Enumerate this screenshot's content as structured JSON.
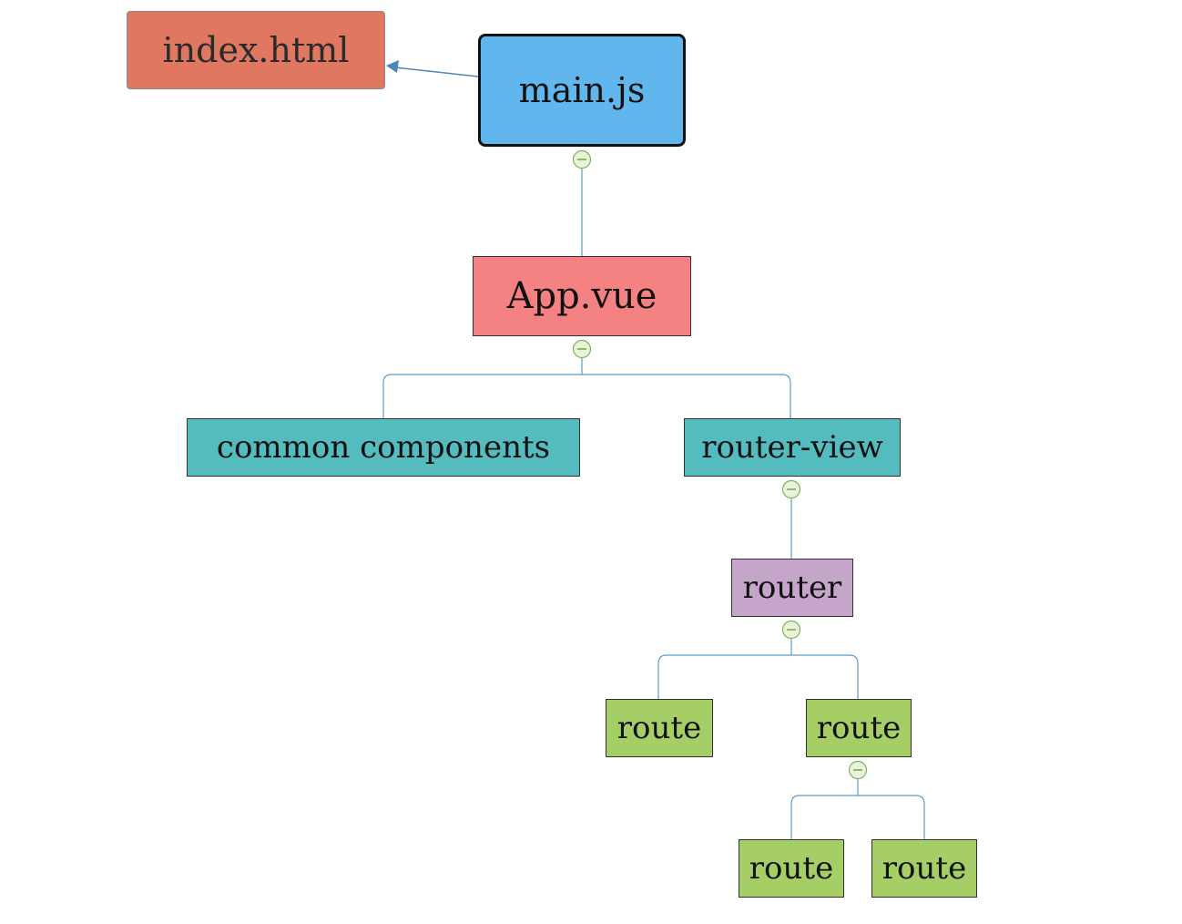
{
  "colors": {
    "index_html": "#e07760",
    "main_js": "#62b6ee",
    "app_vue": "#f48283",
    "teal": "#54bcbf",
    "router": "#c5a5c9",
    "route": "#a5ce67",
    "link": "#5b9bc7",
    "collapse_fill": "#e8f3da",
    "collapse_stroke": "#7fb35a"
  },
  "nodes": {
    "index_html": "index.html",
    "main_js": "main.js",
    "app_vue": "App.vue",
    "common_components": "common components",
    "router_view": "router-view",
    "router": "router",
    "route_1": "route",
    "route_2": "route",
    "route_3": "route",
    "route_4": "route"
  },
  "icons": {
    "collapse": "minus-circle-icon",
    "arrow": "arrowhead-icon"
  }
}
